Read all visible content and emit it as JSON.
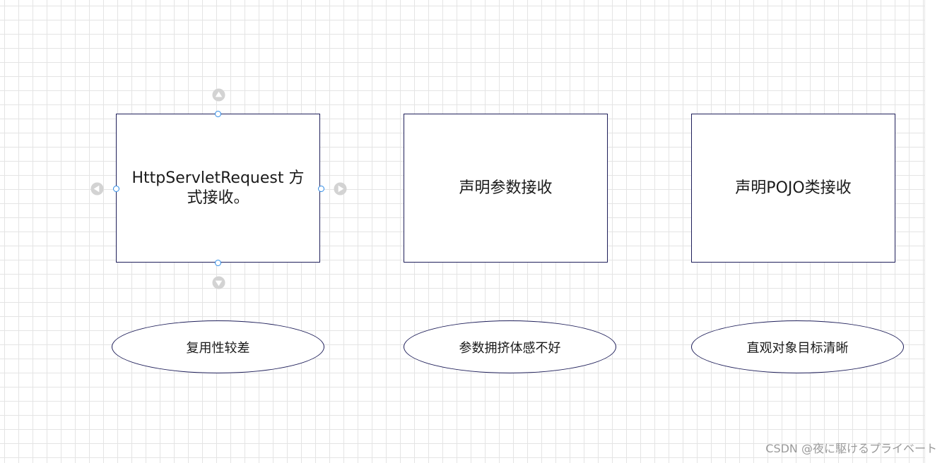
{
  "diagram": {
    "nodes": [
      {
        "id": "box-httpservletrequest",
        "shape": "rectangle",
        "label": "HttpServletRequest 方式接收。",
        "selected": true
      },
      {
        "id": "box-declare-params",
        "shape": "rectangle",
        "label": "声明参数接收",
        "selected": false
      },
      {
        "id": "box-declare-pojo",
        "shape": "rectangle",
        "label": "声明POJO类接收",
        "selected": false
      },
      {
        "id": "ellipse-reuse-poor",
        "shape": "ellipse",
        "label": "复用性较差"
      },
      {
        "id": "ellipse-params-crowded",
        "shape": "ellipse",
        "label": "参数拥挤体感不好"
      },
      {
        "id": "ellipse-intuitive-object",
        "shape": "ellipse",
        "label": "直观对象目标清晰"
      }
    ],
    "selection_handles": [
      "arrow-up-icon",
      "arrow-down-icon",
      "arrow-left-icon",
      "arrow-right-icon"
    ],
    "colors": {
      "border": "#1f1f5a",
      "anchor": "#2f8be6",
      "handle": "#cfcfcf",
      "grid": "#e4e4e4"
    }
  },
  "watermark": "CSDN @夜に駆けるプライベート"
}
